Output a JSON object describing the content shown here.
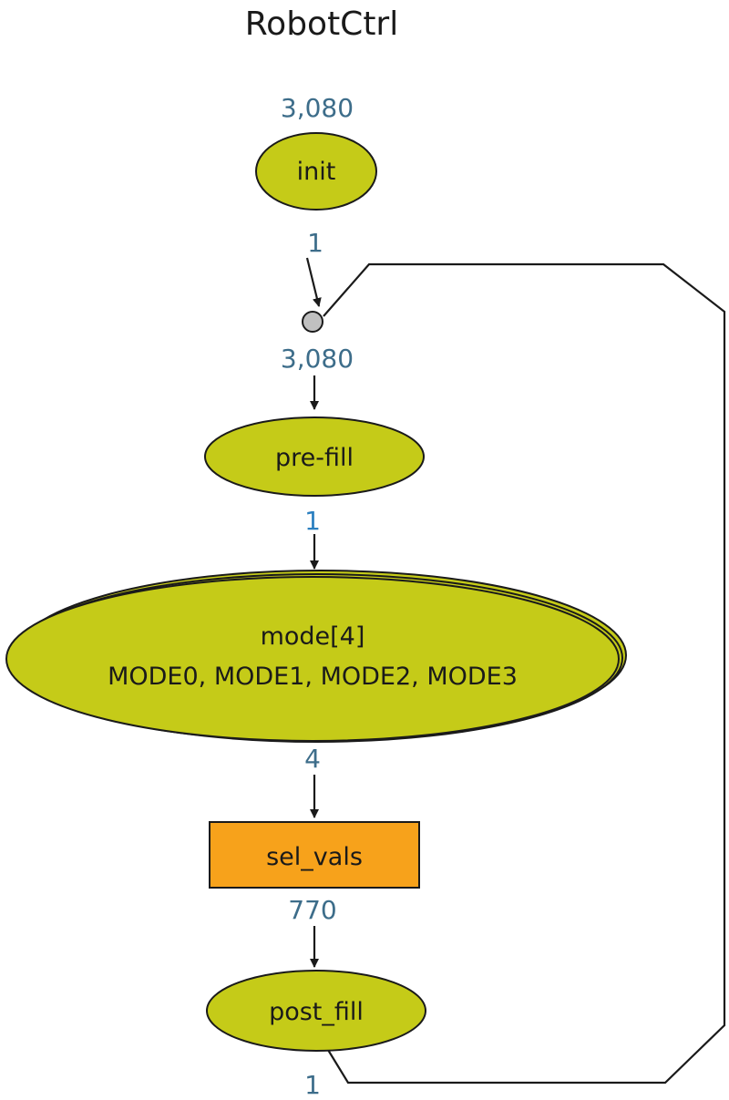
{
  "diagram": {
    "title": "RobotCtrl",
    "colors": {
      "node_fill": "#c5cb18",
      "rect_fill": "#f7a21b",
      "junction_fill": "#c0c0c0",
      "count_color": "#3d6d8a",
      "count_color_alt": "#2b7fc0",
      "stroke": "#1a1a1a"
    },
    "nodes": {
      "init": {
        "label": "init",
        "shape": "ellipse"
      },
      "junction": {
        "shape": "circle"
      },
      "prefill": {
        "label": "pre-fill",
        "shape": "ellipse"
      },
      "mode": {
        "label_line1": "mode[4]",
        "label_line2": "MODE0, MODE1, MODE2, MODE3",
        "shape": "stacked-ellipse"
      },
      "selvals": {
        "label": "sel_vals",
        "shape": "rectangle"
      },
      "postfill": {
        "label": "post_fill",
        "shape": "ellipse"
      }
    },
    "counts": {
      "init_top": "3,080",
      "init_out": "1",
      "junction_out": "3,080",
      "prefill_out": "1",
      "mode_out": "4",
      "selvals_out": "770",
      "postfill_out": "1"
    }
  }
}
